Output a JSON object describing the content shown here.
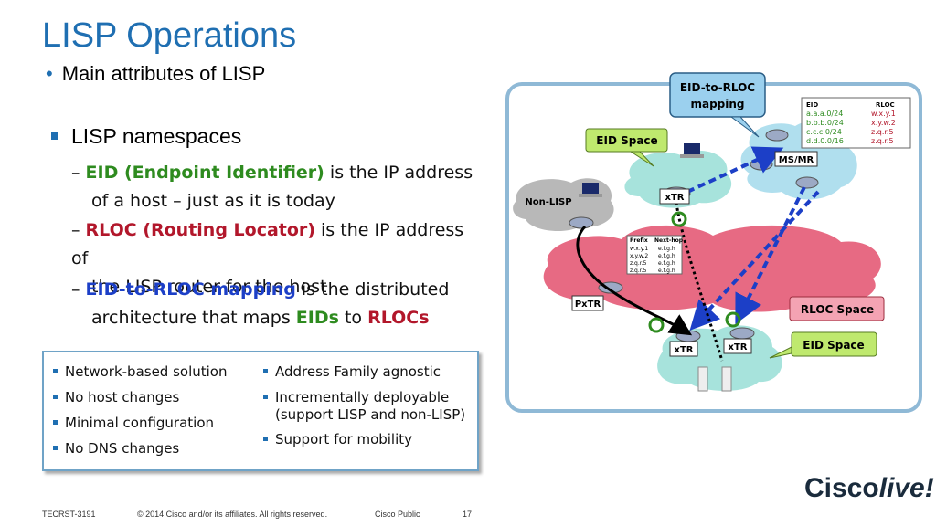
{
  "title": "LISP Operations",
  "subtitle": "Main attributes of LISP",
  "namespaces_heading": "LISP namespaces",
  "definitions": [
    {
      "dash": "– ",
      "term": "EID (Endpoint Identifier)",
      "rest": " is the IP address",
      "line2": "of a host – just as it is today"
    },
    {
      "dash": "– ",
      "term": "RLOC (Routing Locator)",
      "rest": " is the IP address of",
      "line2": "the LISP router for the host"
    },
    {
      "dash": "– ",
      "term": "EID-to-RLOC mapping",
      "rest": " is the distributed",
      "line2a": "architecture that maps ",
      "eids": "EIDs",
      "to": " to ",
      "rlocs": "RLOCs"
    }
  ],
  "features_left": [
    "Network-based solution",
    "No host changes",
    "Minimal configuration",
    "No DNS changes"
  ],
  "features_right": [
    "Address Family agnostic",
    "Incrementally deployable",
    "(support LISP and non-LISP)",
    "Support for mobility"
  ],
  "diagram": {
    "callout_mapping_line1": "EID-to-RLOC",
    "callout_mapping_line2": "mapping",
    "eid_space_top": "EID Space",
    "non_lisp": "Non-LISP",
    "xtr_top": "xTR",
    "ms_mr": "MS/MR",
    "pxtr": "PxTR",
    "rloc_space": "RLOC Space",
    "eid_space_bottom": "EID Space",
    "xtr_bottom_left": "xTR",
    "xtr_bottom_right": "xTR",
    "map_table": {
      "headers": [
        "EID",
        "RLOC"
      ],
      "rows": [
        [
          "a.a.a.0/24",
          "w.x.y.1"
        ],
        [
          "b.b.b.0/24",
          "x.y.w.2"
        ],
        [
          "c.c.c.0/24",
          "z.q.r.5"
        ],
        [
          "d.d.0.0/16",
          "z.q.r.5"
        ]
      ]
    },
    "route_table": {
      "headers": [
        "Prefix",
        "Next-hop"
      ],
      "rows": [
        [
          "w.x.y.1",
          "e.f.g.h"
        ],
        [
          "x.y.w.2",
          "e.f.g.h"
        ],
        [
          "z.q.r.5",
          "e.f.g.h"
        ],
        [
          "z.q.r.5",
          "e.f.g.h"
        ]
      ]
    }
  },
  "footer": {
    "code": "TECRST-3191",
    "copyright": "© 2014 Cisco and/or its affiliates. All rights reserved.",
    "class": "Cisco Public",
    "page": "17"
  },
  "logo": {
    "cisco": "Cisco",
    "live": "live!"
  },
  "colors": {
    "title": "#1f6fb2",
    "eid": "#2e8b1f",
    "rloc": "#b2172b",
    "mapping": "#1c3fc7"
  }
}
